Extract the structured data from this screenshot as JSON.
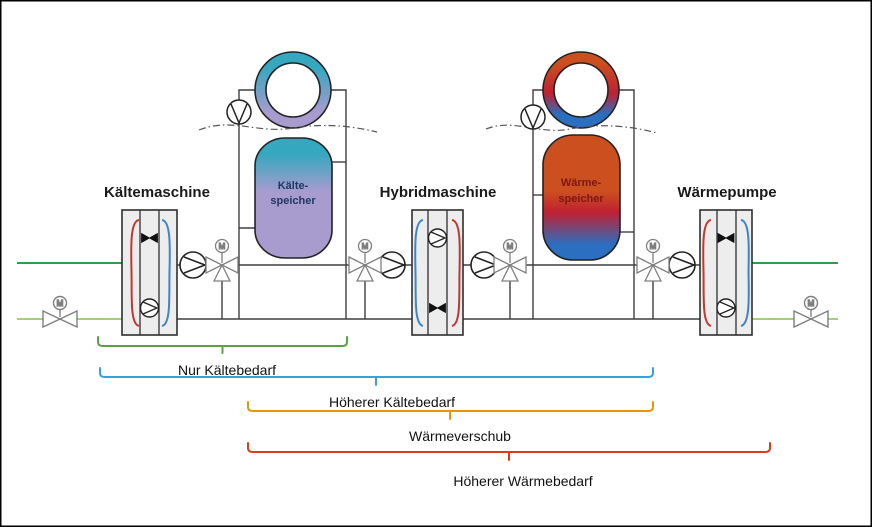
{
  "machines": [
    {
      "label": "Kältemaschine"
    },
    {
      "label": "Hybridmaschine"
    },
    {
      "label": "Wärmepumpe"
    }
  ],
  "storages": [
    {
      "line1": "Kälte-",
      "line2": "speicher",
      "text_color": "#203864"
    },
    {
      "line1": "Wärme-",
      "line2": "speicher",
      "text_color": "#7c1812"
    }
  ],
  "brackets": [
    {
      "label": "Nur Kältebedarf",
      "color": "#5ba342"
    },
    {
      "label": "Höherer Kältebedarf",
      "color": "#35a2dc"
    },
    {
      "label": "Wärmeverschub",
      "color": "#e6950e"
    },
    {
      "label": "Höherer Wärmebedarf",
      "color": "#dc3b1e"
    }
  ],
  "valves": {
    "motor_label": "M"
  },
  "colors": {
    "pipe": "#3f3f3f",
    "pipe_dark_green": "#2f9e48",
    "pipe_light_green": "#a5cf7d",
    "coil_red": "#c0392b",
    "coil_blue": "#3d85c8",
    "cold_top": "#35a8bf",
    "cold_bottom": "#a89bce",
    "warm_orange": "#cc4f1f",
    "warm_red": "#bf2032",
    "warm_blue": "#2b6fc0",
    "valve_gray": "#7f7f7f",
    "frame_border": "#000000",
    "background": "#ffffff"
  }
}
